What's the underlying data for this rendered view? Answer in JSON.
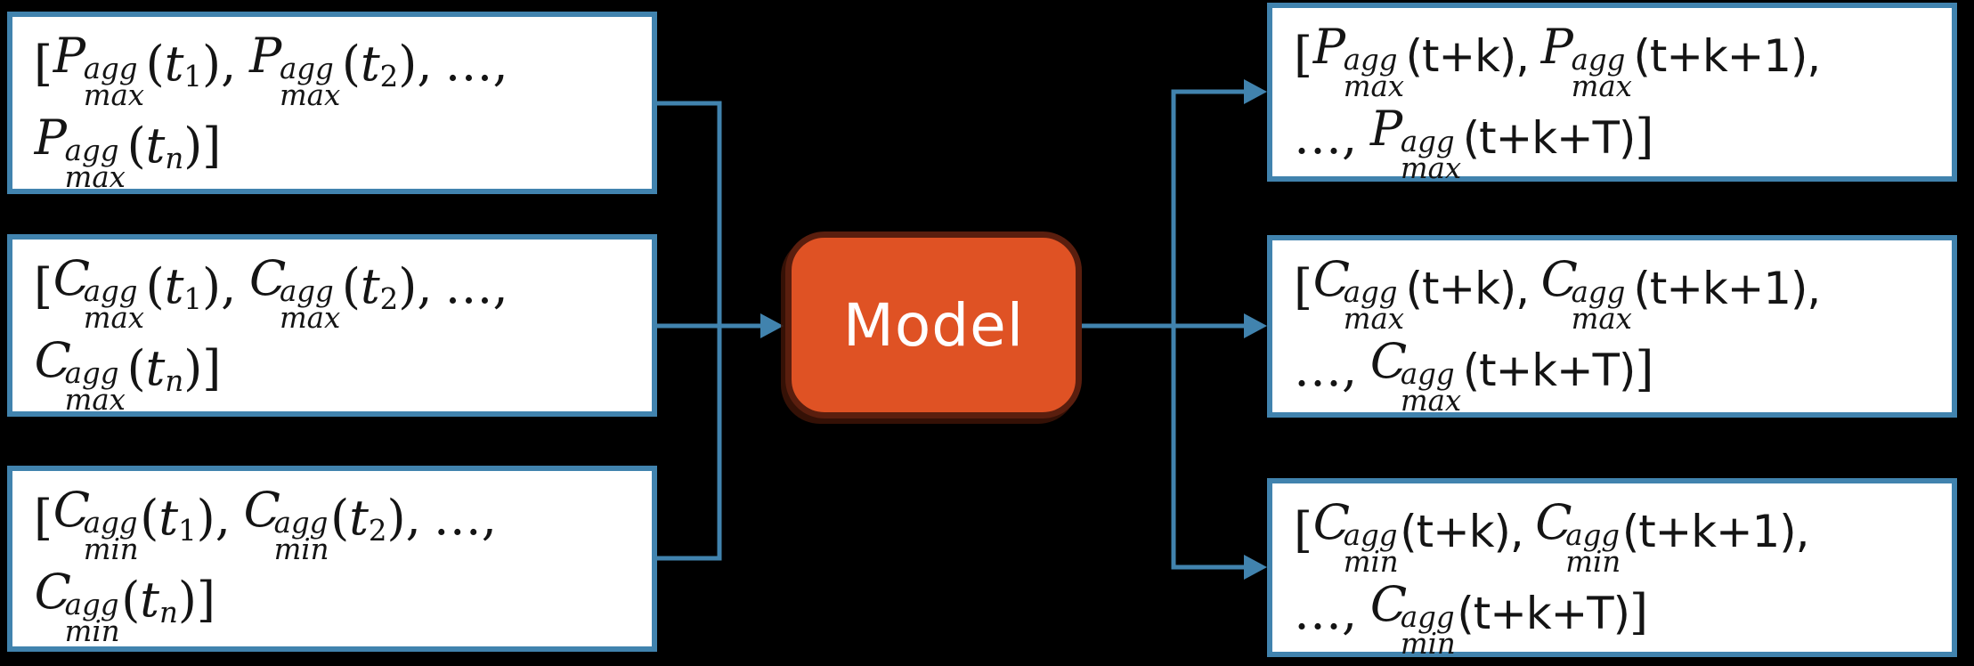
{
  "diagram": {
    "colors": {
      "background": "#000000",
      "box_fill": "#FFFFFF",
      "box_border": "#4183AE",
      "connector": "#4183AE",
      "model_fill": "#DF5224",
      "model_border": "#5A1E0E",
      "model_text": "#FFFFFF",
      "formula_text": "#141414"
    },
    "model": {
      "label": "Model"
    },
    "inputs": [
      {
        "id": "pmax-history",
        "lines": [
          [
            {
              "k": "txt",
              "v": "["
            },
            {
              "k": "stack",
              "base": "P",
              "sup": "agg",
              "sub": "max"
            },
            {
              "k": "argsub",
              "pre": "(t",
              "sub": "1",
              "post": "),",
              "sub_italic": false
            },
            {
              "k": "stack",
              "base": "P",
              "sup": "agg",
              "sub": "max"
            },
            {
              "k": "argsub",
              "pre": "(t",
              "sub": "2",
              "post": "),",
              "sub_italic": false
            },
            {
              "k": "txt",
              "v": "…,"
            }
          ],
          [
            {
              "k": "stack",
              "base": "P",
              "sup": "agg",
              "sub": "max"
            },
            {
              "k": "argsub",
              "pre": "(t",
              "sub": "n",
              "post": ")]",
              "sub_italic": true
            }
          ]
        ]
      },
      {
        "id": "cmax-history",
        "lines": [
          [
            {
              "k": "txt",
              "v": "["
            },
            {
              "k": "stack",
              "base": "C",
              "sup": "agg",
              "sub": "max"
            },
            {
              "k": "argsub",
              "pre": "(t",
              "sub": "1",
              "post": "),",
              "sub_italic": false
            },
            {
              "k": "stack",
              "base": "C",
              "sup": "agg",
              "sub": "max"
            },
            {
              "k": "argsub",
              "pre": "(t",
              "sub": "2",
              "post": "),",
              "sub_italic": false
            },
            {
              "k": "txt",
              "v": "…,"
            }
          ],
          [
            {
              "k": "stack",
              "base": "C",
              "sup": "agg",
              "sub": "max"
            },
            {
              "k": "argsub",
              "pre": "(t",
              "sub": "n",
              "post": ")]",
              "sub_italic": true
            }
          ]
        ]
      },
      {
        "id": "cmin-history",
        "lines": [
          [
            {
              "k": "txt",
              "v": "["
            },
            {
              "k": "stack",
              "base": "C",
              "sup": "agg",
              "sub": "min"
            },
            {
              "k": "argsub",
              "pre": "(t",
              "sub": "1",
              "post": "),",
              "sub_italic": false
            },
            {
              "k": "stack",
              "base": "C",
              "sup": "agg",
              "sub": "min"
            },
            {
              "k": "argsub",
              "pre": "(t",
              "sub": "2",
              "post": "),",
              "sub_italic": false
            },
            {
              "k": "txt",
              "v": "…,"
            }
          ],
          [
            {
              "k": "stack",
              "base": "C",
              "sup": "agg",
              "sub": "min"
            },
            {
              "k": "argsub",
              "pre": "(t",
              "sub": "n",
              "post": ")]",
              "sub_italic": true
            }
          ]
        ]
      }
    ],
    "outputs": [
      {
        "id": "pmax-forecast",
        "lines": [
          [
            {
              "k": "txt",
              "v": "["
            },
            {
              "k": "stack",
              "base": "P",
              "sup": "agg",
              "sub": "max"
            },
            {
              "k": "sans",
              "v": "(t+k),"
            },
            {
              "k": "stack",
              "base": "P",
              "sup": "agg",
              "sub": "max"
            },
            {
              "k": "sans",
              "v": "(t+k+1),"
            }
          ],
          [
            {
              "k": "txt",
              "v": "…,"
            },
            {
              "k": "stack",
              "base": "P",
              "sup": "agg",
              "sub": "max"
            },
            {
              "k": "sans",
              "v": "(t+k+T)"
            },
            {
              "k": "txt",
              "v": "]"
            }
          ]
        ]
      },
      {
        "id": "cmax-forecast",
        "lines": [
          [
            {
              "k": "txt",
              "v": "["
            },
            {
              "k": "stack",
              "base": "C",
              "sup": "agg",
              "sub": "max"
            },
            {
              "k": "sans",
              "v": "(t+k),"
            },
            {
              "k": "stack",
              "base": "C",
              "sup": "agg",
              "sub": "max"
            },
            {
              "k": "sans",
              "v": "(t+k+1),"
            }
          ],
          [
            {
              "k": "txt",
              "v": "…,"
            },
            {
              "k": "stack",
              "base": "C",
              "sup": "agg",
              "sub": "max"
            },
            {
              "k": "sans",
              "v": "(t+k+T)"
            },
            {
              "k": "txt",
              "v": "]"
            }
          ]
        ]
      },
      {
        "id": "cmin-forecast",
        "lines": [
          [
            {
              "k": "txt",
              "v": "["
            },
            {
              "k": "stack",
              "base": "C",
              "sup": "agg",
              "sub": "min"
            },
            {
              "k": "sans",
              "v": "(t+k),"
            },
            {
              "k": "stack",
              "base": "C",
              "sup": "agg",
              "sub": "min"
            },
            {
              "k": "sans",
              "v": "(t+k+1),"
            }
          ],
          [
            {
              "k": "txt",
              "v": "…,"
            },
            {
              "k": "stack",
              "base": "C",
              "sup": "agg",
              "sub": "min"
            },
            {
              "k": "sans",
              "v": "(t+k+T)"
            },
            {
              "k": "txt",
              "v": "]"
            }
          ]
        ]
      }
    ]
  }
}
